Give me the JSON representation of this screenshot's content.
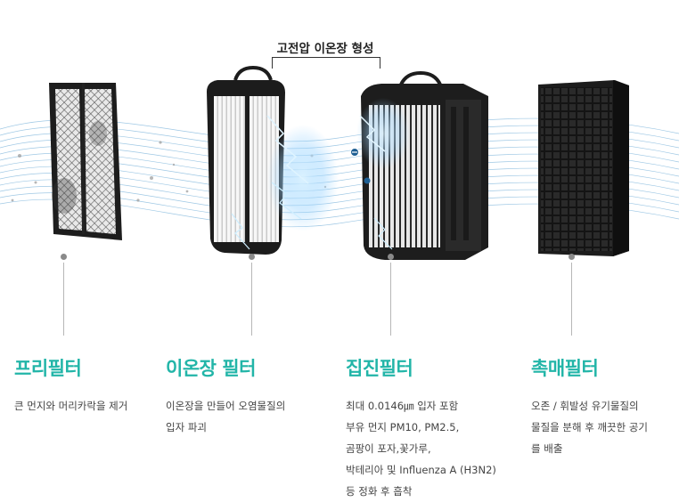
{
  "header": {
    "bracket_label": "고전압 이온장 형성"
  },
  "filters": [
    {
      "title": "프리필터",
      "desc": [
        "큰 먼지와 머리카락을 제거"
      ]
    },
    {
      "title": "이온장 필터",
      "desc": [
        "이온장을 만들어 오염물질의",
        "입자 파괴"
      ]
    },
    {
      "title": "집진필터",
      "desc": [
        "최대 0.0146㎛ 입자 포함",
        "부유 먼지 PM10, PM2.5,",
        "곰팡이 포자,꽃가루,",
        "박테리아 및 Influenza A (H3N2)",
        "등 정화 후 흡착"
      ]
    },
    {
      "title": "촉매필터",
      "desc": [
        "오존 / 휘발성 유기물질의",
        "물질을 분해 후 깨끗한 공기",
        "를 배출"
      ]
    }
  ],
  "colors": {
    "accent": "#22b5a8",
    "airflow": "#7fb6dc",
    "frame": "#1c1c1c",
    "ion_glow": "#8fd3ff",
    "pin": "#8a8a8a"
  }
}
